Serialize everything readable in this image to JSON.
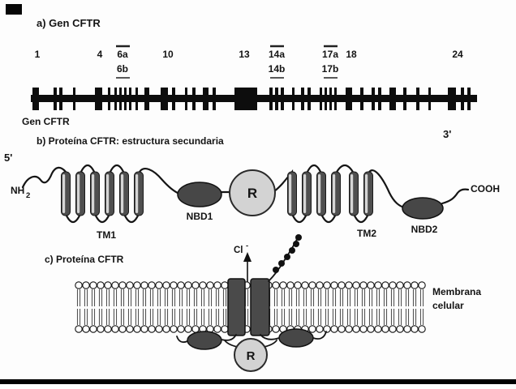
{
  "panel_a": {
    "title": "a) Gen CFTR",
    "exon_labels_top": [
      "1",
      "4",
      "6a",
      "10",
      "13",
      "14a",
      "17a",
      "18",
      "24"
    ],
    "exon_labels_sub": [
      "6b",
      "14b",
      "17b"
    ],
    "gene_label": "Gen CFTR",
    "five_prime": "5'",
    "three_prime": "3'"
  },
  "panel_b": {
    "title": "b) Proteína CFTR: estructura secundaria",
    "nh2_base": "NH",
    "nh2_sub": "2",
    "cooh_label": "COOH",
    "tm1_label": "TM1",
    "tm2_label": "TM2",
    "nbd1_label": "NBD1",
    "nbd2_label": "NBD2",
    "r_label": "R"
  },
  "panel_c": {
    "title": "c) Proteína CFTR",
    "cl_base": "Cl",
    "cl_sup": "-",
    "membrane_line1": "Membrana",
    "membrane_line2": "celular",
    "r_label": "R"
  },
  "colors": {
    "ink": "#141414",
    "helix_fill": "#4f4f4f",
    "nbd_fill": "#474747",
    "r_fill": "#d3d3d3"
  }
}
